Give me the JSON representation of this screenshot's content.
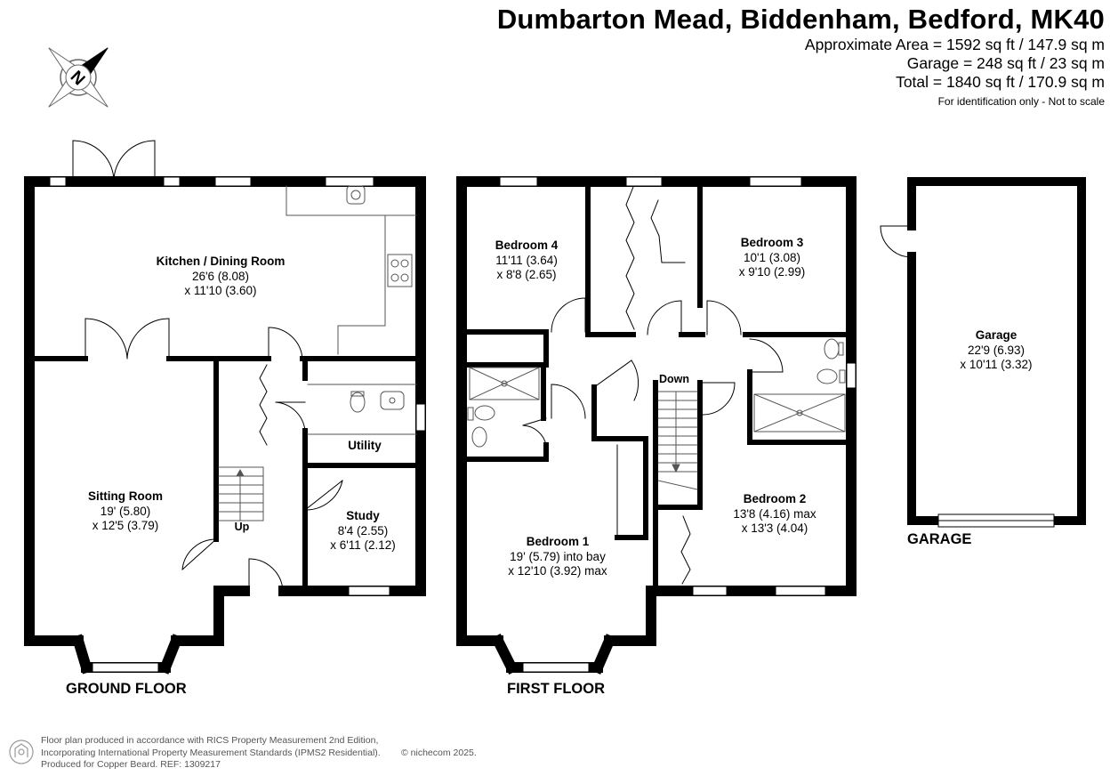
{
  "header": {
    "title": "Dumbarton Mead, Biddenham, Bedford, MK40",
    "approx_area": "Approximate Area = 1592 sq ft / 147.9 sq m",
    "garage_area": "Garage = 248 sq ft / 23 sq m",
    "total_area": "Total = 1840 sq ft / 170.9 sq m",
    "scale_note": "For identification only - Not to scale"
  },
  "compass": {
    "icon": "compass-north-icon",
    "letter": "N"
  },
  "floors": {
    "ground": {
      "label": "GROUND FLOOR",
      "rooms": {
        "kitchen": {
          "name": "Kitchen / Dining Room",
          "dim_imperial": "26'6 (8.08)",
          "dim_metric": "x 11'10 (3.60)"
        },
        "sitting": {
          "name": "Sitting Room",
          "dim_imperial": "19' (5.80)",
          "dim_metric": "x 12'5 (3.79)"
        },
        "utility": {
          "name": "Utility"
        },
        "study": {
          "name": "Study",
          "dim_imperial": "8'4 (2.55)",
          "dim_metric": "x 6'11 (2.12)"
        }
      },
      "stairs_label": "Up"
    },
    "first": {
      "label": "FIRST FLOOR",
      "rooms": {
        "bedroom4": {
          "name": "Bedroom 4",
          "dim_imperial": "11'11 (3.64)",
          "dim_metric": "x 8'8 (2.65)"
        },
        "bedroom3": {
          "name": "Bedroom 3",
          "dim_imperial": "10'1 (3.08)",
          "dim_metric": "x 9'10 (2.99)"
        },
        "bedroom1": {
          "name": "Bedroom 1",
          "dim_imperial": "19' (5.79) into bay",
          "dim_metric": "x 12'10 (3.92) max"
        },
        "bedroom2": {
          "name": "Bedroom 2",
          "dim_imperial": "13'8 (4.16) max",
          "dim_metric": "x 13'3 (4.04)"
        }
      },
      "stairs_label": "Down"
    },
    "garage": {
      "label": "GARAGE",
      "rooms": {
        "garage": {
          "name": "Garage",
          "dim_imperial": "22'9 (6.93)",
          "dim_metric": "x 10'11 (3.32)"
        }
      }
    }
  },
  "footer": {
    "line1": "Floor plan produced in accordance with RICS Property Measurement 2nd Edition,",
    "line2": "Incorporating International Property Measurement Standards (IPMS2 Residential).",
    "line3": "Produced for Copper Beard.  REF:  1309217",
    "copyright": "© nichecom 2025.",
    "logo_icon": "nichecom-logo-icon"
  },
  "colors": {
    "wall": "#000000",
    "window": "#ffffff",
    "fixture_line": "#555555",
    "text": "#000000"
  }
}
